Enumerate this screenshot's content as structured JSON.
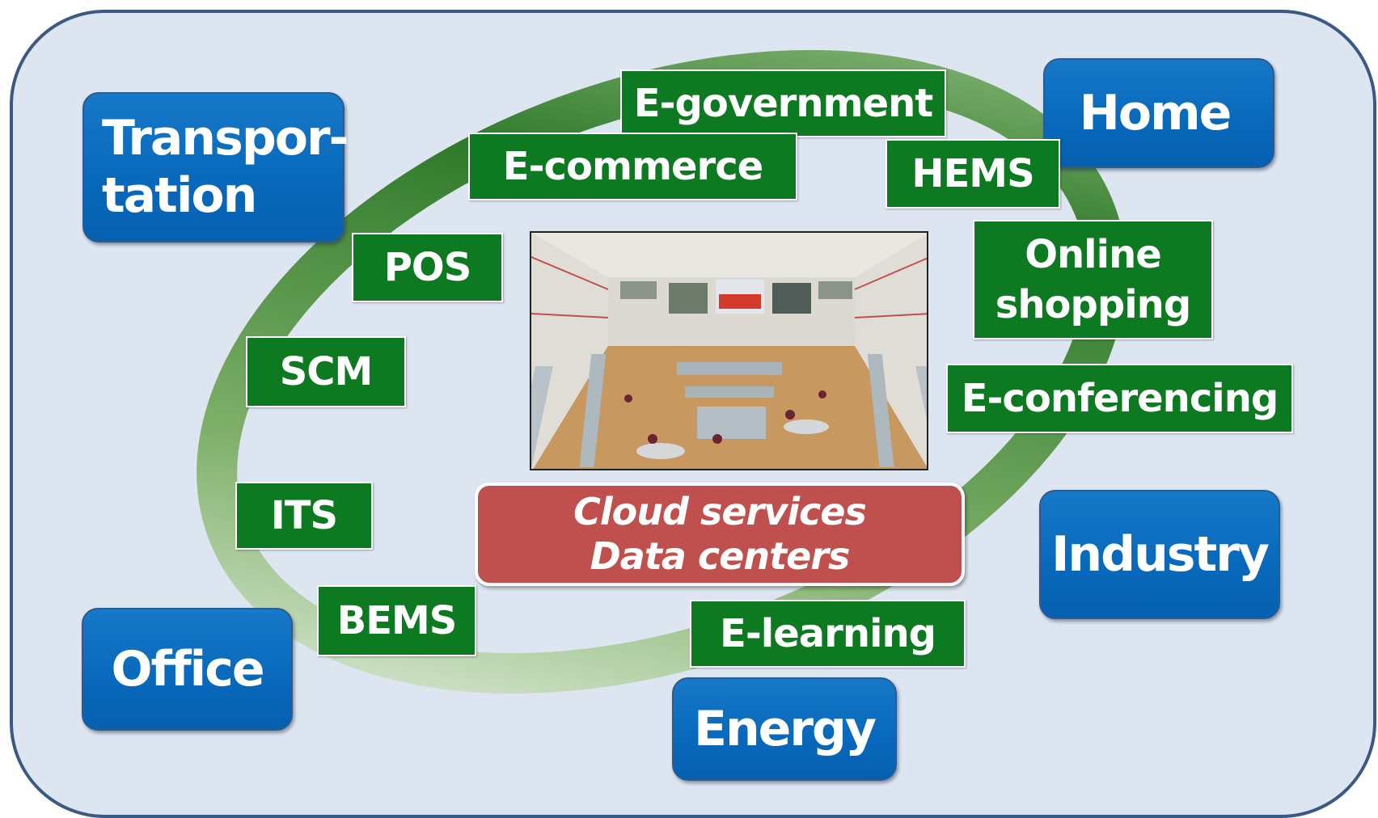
{
  "categories": {
    "transportation": "Transpor-\ntation",
    "home": "Home",
    "industry": "Industry",
    "office": "Office",
    "energy": "Energy"
  },
  "applications": {
    "e_government": "E-government",
    "e_commerce": "E-commerce",
    "hems": "HEMS",
    "pos": "POS",
    "online_shopping": "Online\nshopping",
    "scm": "SCM",
    "e_conferencing": "E-conferencing",
    "its": "ITS",
    "bems": "BEMS",
    "e_learning": "E-learning"
  },
  "center": {
    "line1": "Cloud  services",
    "line2": "Data centers"
  },
  "colors": {
    "frame_bg": "#dde6f0",
    "frame_border": "#3a5a84",
    "category_blue": "#0a6cbf",
    "application_green": "#0d7a22",
    "ring_green": "#3f8a3a",
    "center_red": "#c0504d"
  }
}
